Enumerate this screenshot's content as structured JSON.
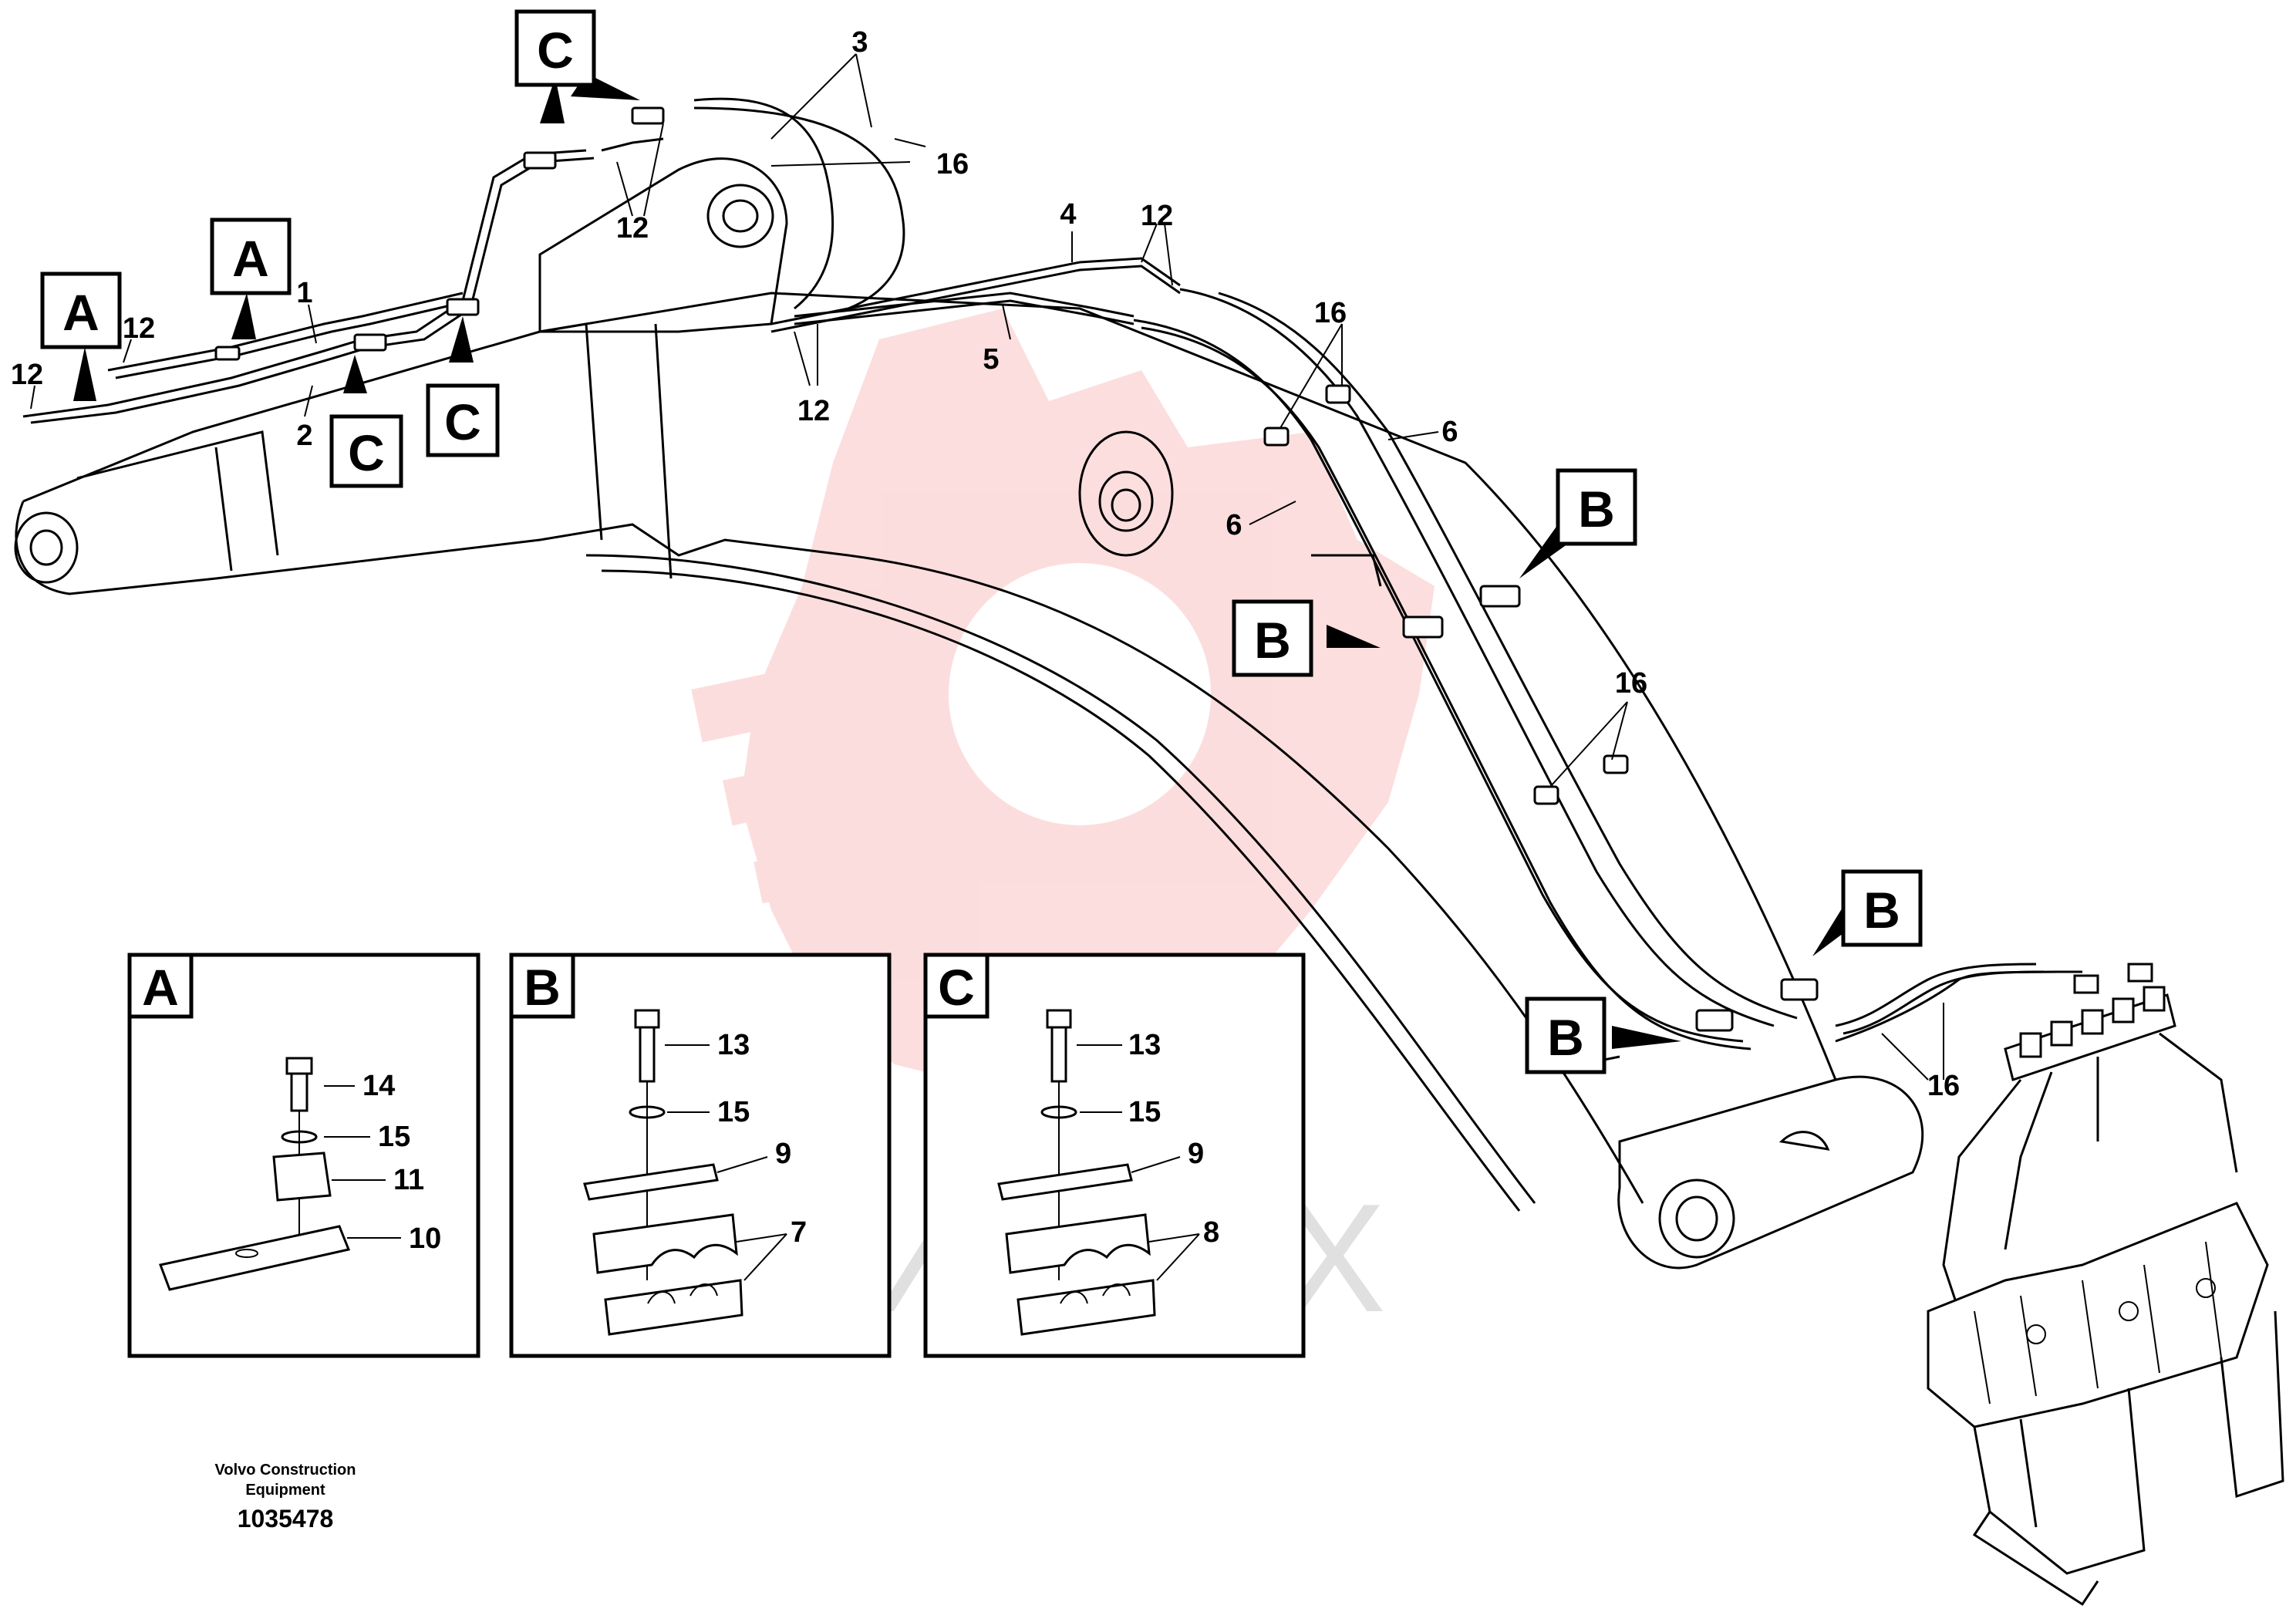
{
  "watermark": {
    "text": "ИНТЕХ",
    "color": "#f26a6a"
  },
  "callouts": {
    "c1": "1",
    "c2": "2",
    "c3": "3",
    "c4": "4",
    "c5": "5",
    "c6a": "6",
    "c6b": "6",
    "c12a": "12",
    "c12b": "12",
    "c12c": "12",
    "c12d": "12",
    "c12e": "12",
    "c16a": "16",
    "c16b": "16",
    "c16c": "16",
    "c16d": "16"
  },
  "view_markers": {
    "A": "A",
    "B": "B",
    "C": "C"
  },
  "detail_A": {
    "title": "A",
    "parts": [
      "14",
      "15",
      "11",
      "10"
    ]
  },
  "detail_B": {
    "title": "B",
    "parts": [
      "13",
      "15",
      "9",
      "7"
    ]
  },
  "detail_C": {
    "title": "C",
    "parts": [
      "13",
      "15",
      "9",
      "8"
    ]
  },
  "footer": {
    "company_line1": "Volvo Construction",
    "company_line2": "Equipment",
    "drawing_number": "1035478"
  }
}
